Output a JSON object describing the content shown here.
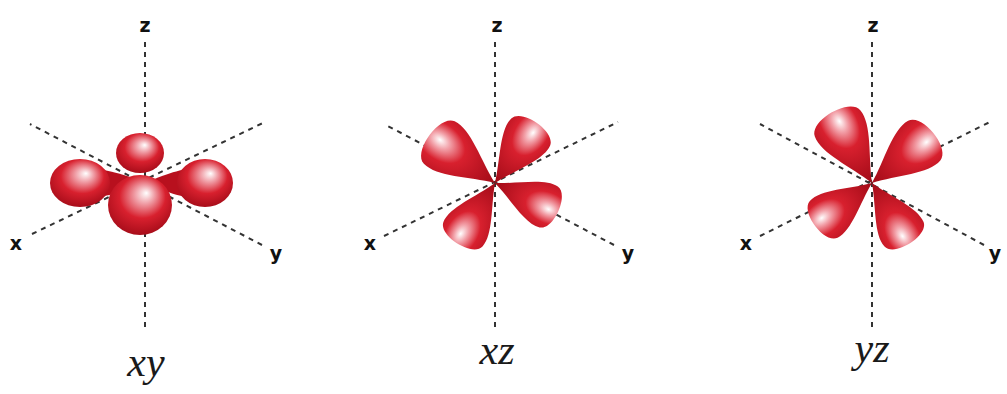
{
  "diagram": {
    "labels": [
      "z",
      "x",
      "y",
      "xy",
      "z",
      "x",
      "y",
      "xz",
      "z",
      "x",
      "y",
      "yz"
    ]
  }
}
